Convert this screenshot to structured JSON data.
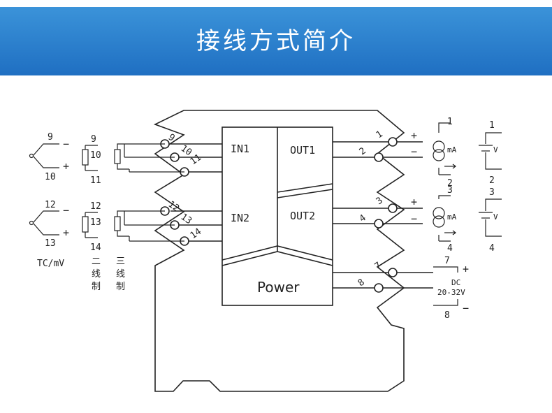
{
  "header": {
    "title": "接线方式简介"
  },
  "module": {
    "blocks": {
      "in1": "IN1",
      "in2": "IN2",
      "out1": "OUT1",
      "out2": "OUT2",
      "power": "Power"
    },
    "terminals": [
      "9",
      "10",
      "11",
      "12",
      "13",
      "14",
      "1",
      "2",
      "3",
      "4",
      "7",
      "8"
    ]
  },
  "inputs": {
    "tc1": {
      "top": "9",
      "top_sign": "−",
      "bottom": "10",
      "bottom_sign": "+"
    },
    "tc2": {
      "top": "12",
      "top_sign": "−",
      "bottom": "13",
      "bottom_sign": "+"
    },
    "tc_caption": "TC/mV",
    "rtd2_1": {
      "a": "9",
      "b": "10",
      "c": "11"
    },
    "rtd2_2": {
      "a": "12",
      "b": "13",
      "c": "14"
    },
    "two_wire": [
      "二",
      "线",
      "制"
    ],
    "three_wire": [
      "三",
      "线",
      "制"
    ]
  },
  "outputs": {
    "ch1": {
      "plus": "+",
      "minus": "−",
      "top": "1",
      "bottom": "2",
      "ma": "mA",
      "v": "V"
    },
    "ch2": {
      "plus": "+",
      "minus": "−",
      "top": "3",
      "bottom": "4",
      "ma": "mA",
      "v": "V"
    }
  },
  "power": {
    "top": "7",
    "bottom": "8",
    "plus": "+",
    "minus": "−",
    "dc": "DC",
    "range": "20-32V"
  }
}
